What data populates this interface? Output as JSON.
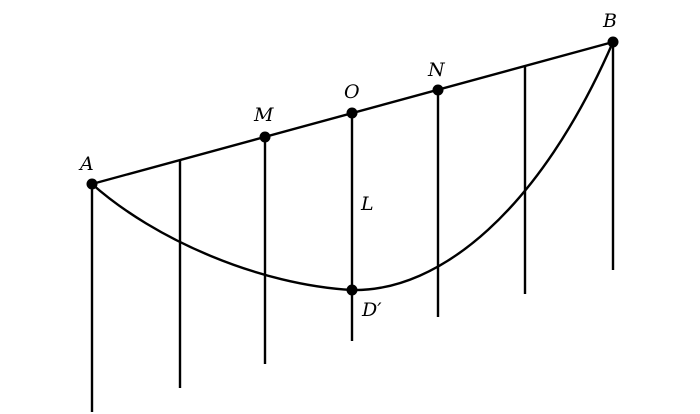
{
  "labels": {
    "A": "A",
    "B": "B",
    "M": "M",
    "O": "O",
    "N": "N",
    "L": "L",
    "D_prime": "D′"
  }
}
